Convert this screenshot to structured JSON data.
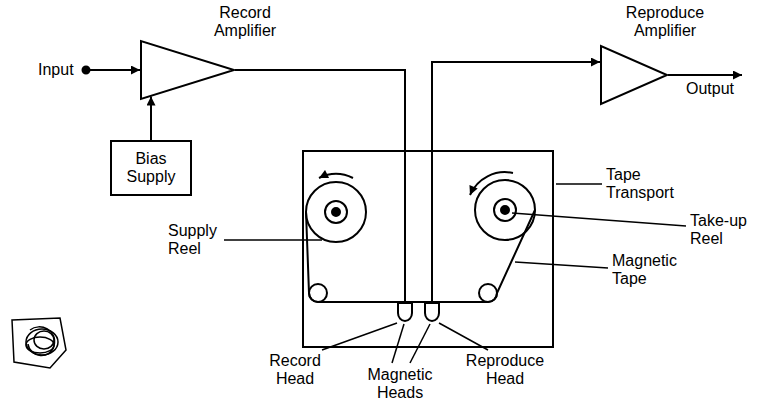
{
  "diagram": {
    "nodes": [
      {
        "text": [
          "Record Amplifier"
        ]
      },
      {
        "text": [
          "Bias Supply"
        ]
      },
      {
        "text": [
          "Tape Transport"
        ]
      },
      {
        "text": [
          "Record Head"
        ],
        "in": 2
      },
      {
        "text": [
          "Reproduce Head"
        ],
        "in": 2
      },
      {
        "text": [
          "Reproduce Amplifier"
        ]
      }
    ],
    "edges": [
      {
        "from": 1,
        "to": 0,
        "arrow": "to"
      },
      {
        "from": 0,
        "to": 3,
        "arrow": "none"
      },
      {
        "from": 4,
        "to": 5,
        "arrow": "to"
      }
    ],
    "labels": [
      "Input",
      "Output",
      "Supply Reel",
      "Take-up Reel",
      "Magnetic Tape",
      "Magnetic Heads"
    ]
  }
}
